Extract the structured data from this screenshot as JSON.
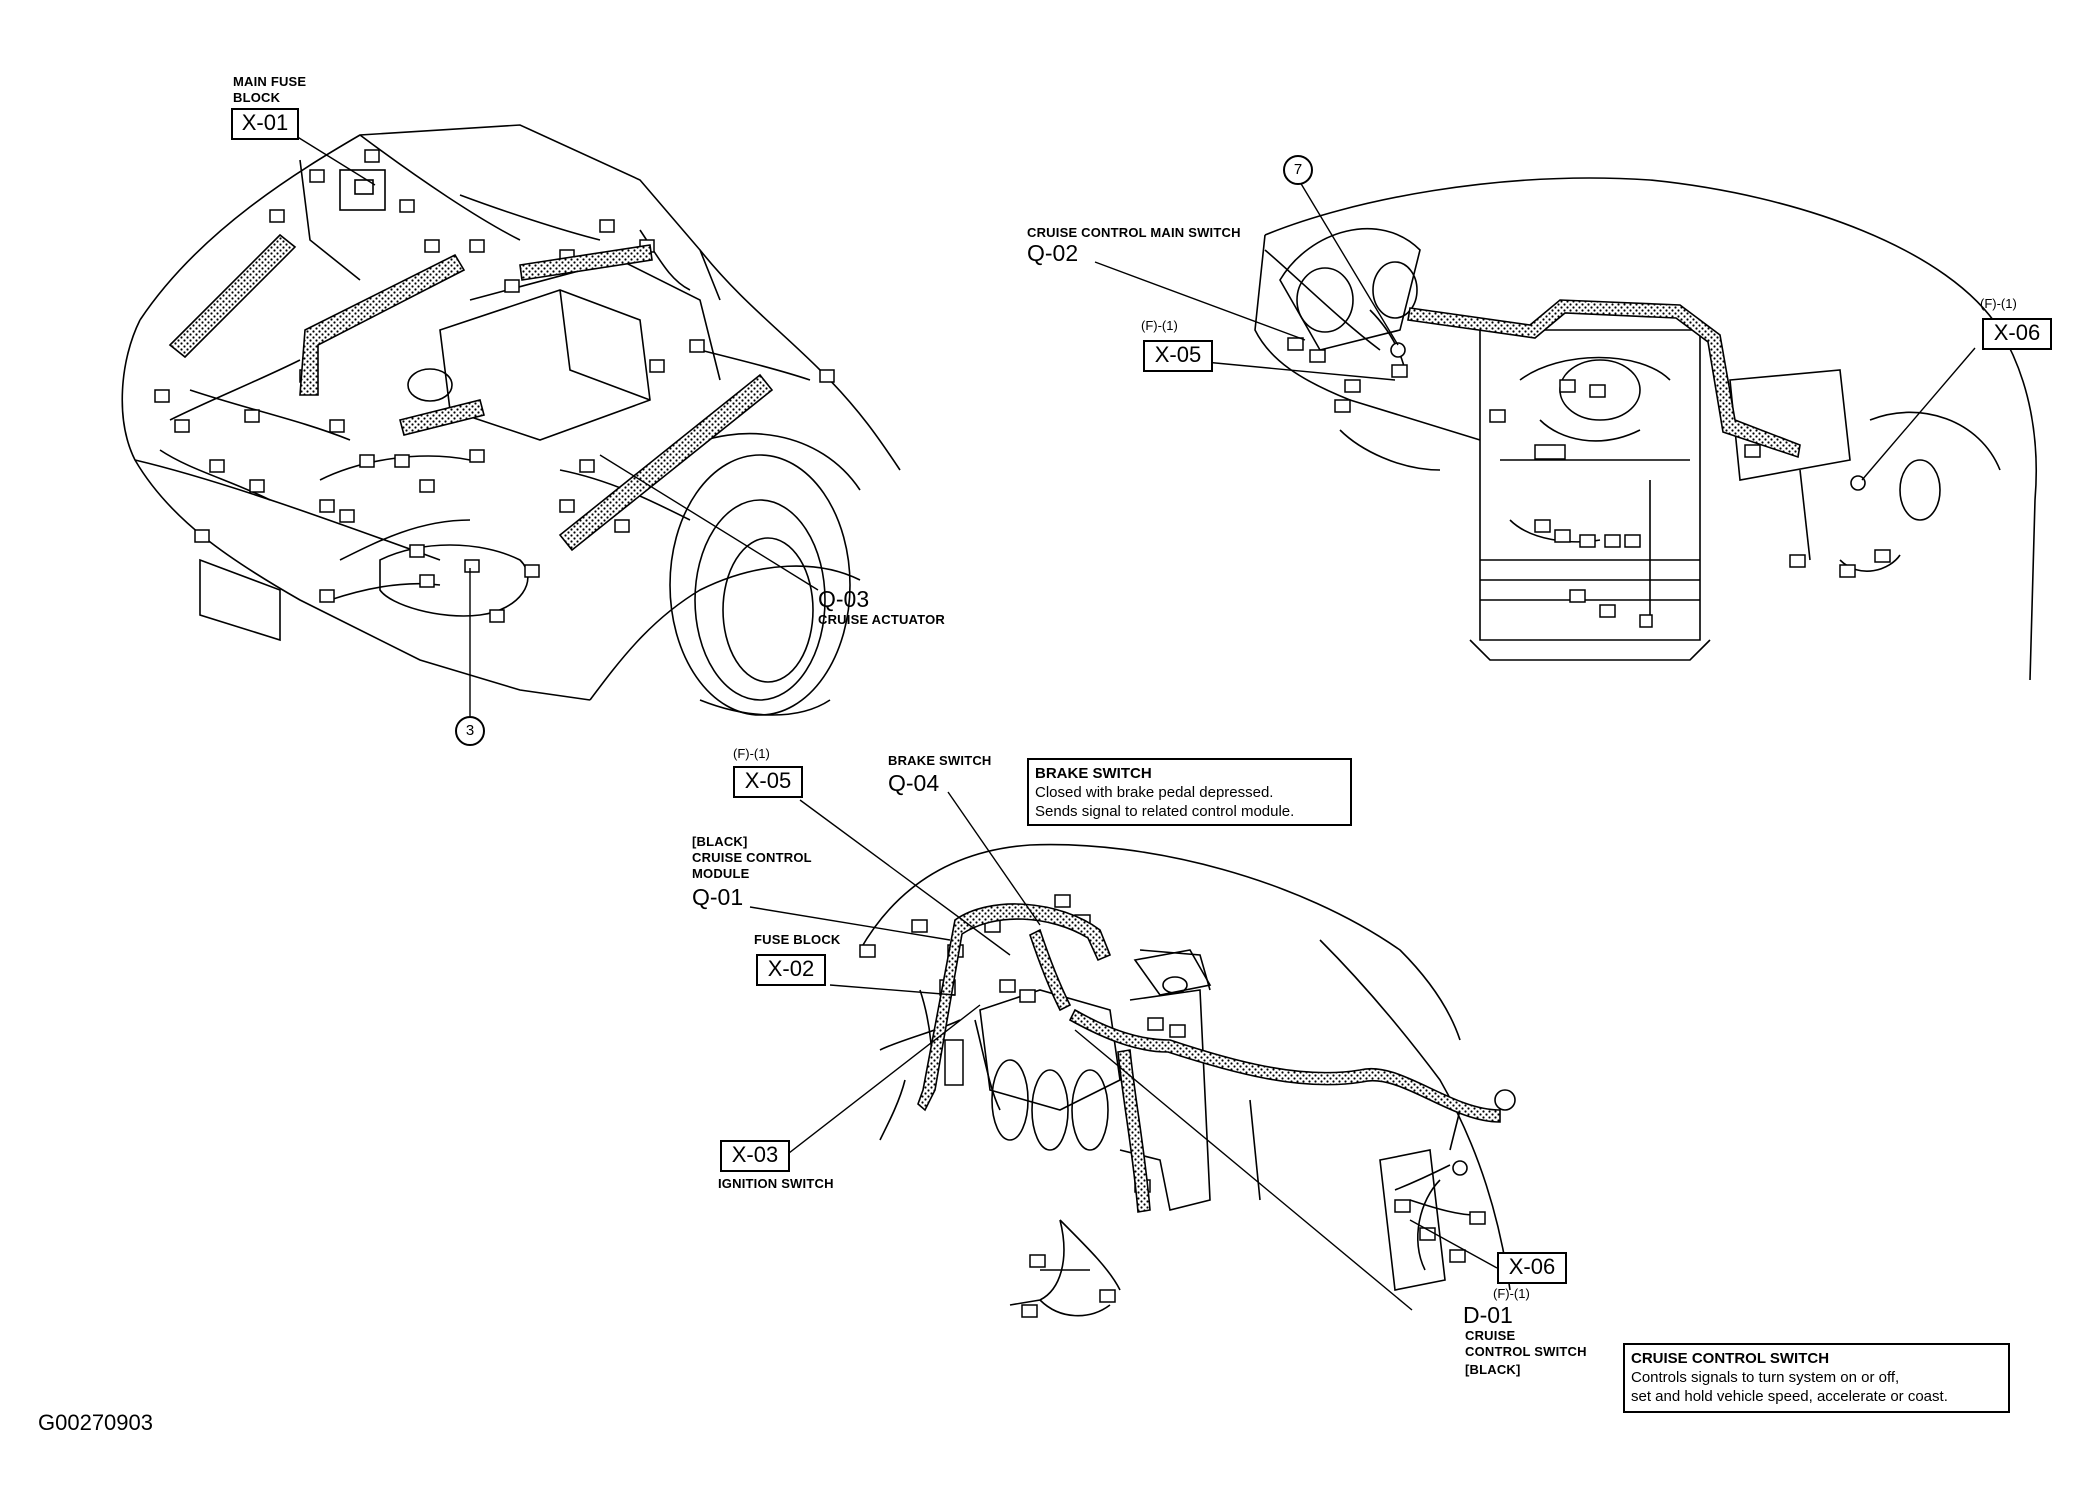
{
  "figure_id": "G00270903",
  "engine_bay": {
    "main_fuse_block": {
      "label_line1": "MAIN FUSE",
      "label_line2": "BLOCK",
      "code": "X-01"
    },
    "cruise_actuator": {
      "code": "Q-03",
      "label": "CRUISE ACTUATOR"
    },
    "ground_point": "3"
  },
  "dashboard": {
    "cruise_main_switch": {
      "label": "CRUISE CONTROL MAIN SWITCH",
      "code": "Q-02"
    },
    "ground_point": "7",
    "connector_left": {
      "sub": "(F)-(1)",
      "code": "X-05"
    },
    "connector_right": {
      "sub": "(F)-(1)",
      "code": "X-06"
    }
  },
  "under_dash": {
    "connector_x05": {
      "sub": "(F)-(1)",
      "code": "X-05"
    },
    "brake_switch": {
      "label": "BRAKE SWITCH",
      "code": "Q-04"
    },
    "cruise_module": {
      "line1": "[BLACK]",
      "line2": "CRUISE CONTROL",
      "line3": "MODULE",
      "code": "Q-01"
    },
    "fuse_block": {
      "label": "FUSE BLOCK",
      "code": "X-02"
    },
    "ignition_switch": {
      "code": "X-03",
      "label": "IGNITION SWITCH"
    },
    "connector_x06": {
      "code": "X-06",
      "sub": "(F)-(1)"
    },
    "cruise_switch": {
      "code": "D-01",
      "line1": "CRUISE",
      "line2": "CONTROL SWITCH",
      "line3": "[BLACK]"
    }
  },
  "notes": {
    "brake_switch": {
      "title": "BRAKE SWITCH",
      "line1": "Closed with brake pedal depressed.",
      "line2": "Sends signal to related control module."
    },
    "cruise_switch": {
      "title": "CRUISE CONTROL SWITCH",
      "line1": "Controls signals to turn system on or off,",
      "line2": "set and hold vehicle speed, accelerate or coast."
    }
  }
}
